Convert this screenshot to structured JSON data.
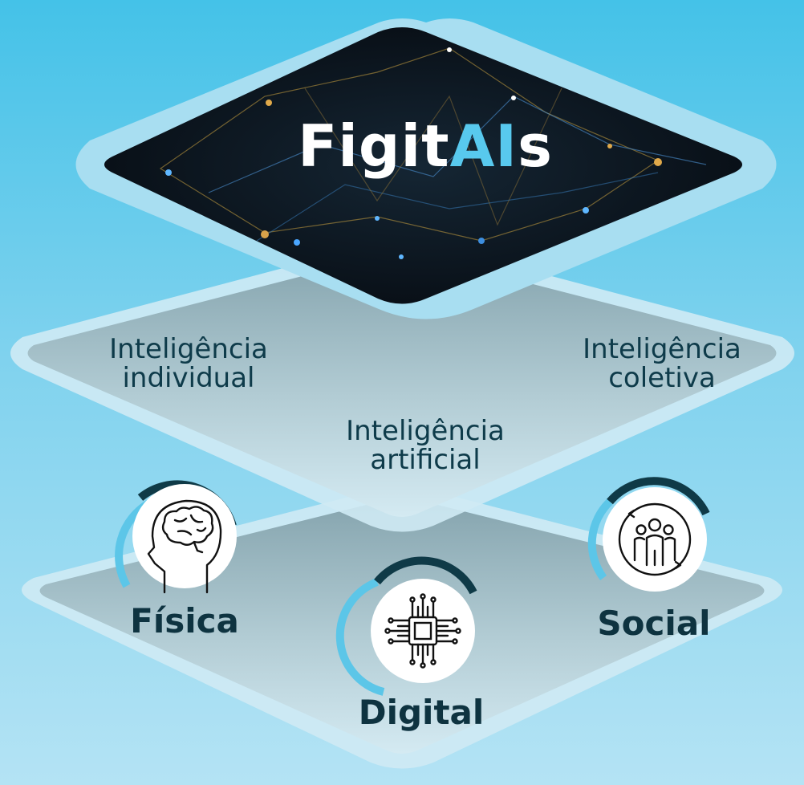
{
  "title": {
    "prefix": "Figit",
    "highlight": "AI",
    "suffix": "s"
  },
  "middle_layer": {
    "left": [
      "Inteligência",
      "individual"
    ],
    "right": [
      "Inteligência",
      "coletiva"
    ],
    "center": [
      "Inteligência",
      "artificial"
    ]
  },
  "bottom_layer": {
    "left": "Física",
    "center": "Digital",
    "right": "Social"
  },
  "icons": {
    "left": "brain-head-icon",
    "center": "circuit-chip-icon",
    "right": "community-group-icon"
  },
  "colors": {
    "background_top": "#44c2e8",
    "background_bottom": "#b4e3f4",
    "text_dark": "#0e3b4a",
    "accent_light_blue": "#58c9ee",
    "badge_dark_arc": "#0f3a47"
  }
}
